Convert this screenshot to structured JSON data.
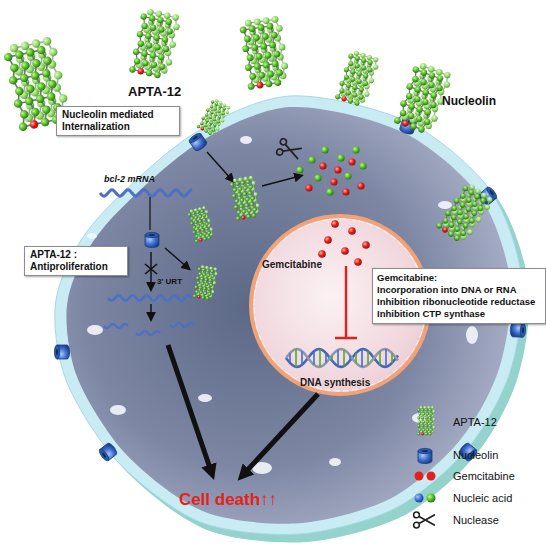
{
  "diagram": {
    "nodes": [
      {
        "text": [
          "Nucleolin mediated Internalization"
        ]
      },
      {
        "text": [
          "APTA-12 : Antiproliferation"
        ]
      },
      {
        "text": [
          "Gemcitabine",
          "DNA synthesis"
        ]
      },
      {
        "text": [
          "Gemcitabine:",
          "Incorporation into DNA or RNA",
          "Inhibition ribonucleotide reductase",
          "Inhibition CTP synthase"
        ]
      }
    ],
    "labels": [
      "APTA-12",
      "Nucleolin",
      "bcl-2 mRNA",
      "3' URT",
      "Cell death↑↑"
    ],
    "legend": [
      {
        "text": "APTA-12"
      },
      {
        "text": "Nucleolin"
      },
      {
        "text": "Gemcitabine",
        "color": "#e3201b"
      },
      {
        "text": "Nucleic acid"
      },
      {
        "text": "Nuclease"
      }
    ]
  }
}
